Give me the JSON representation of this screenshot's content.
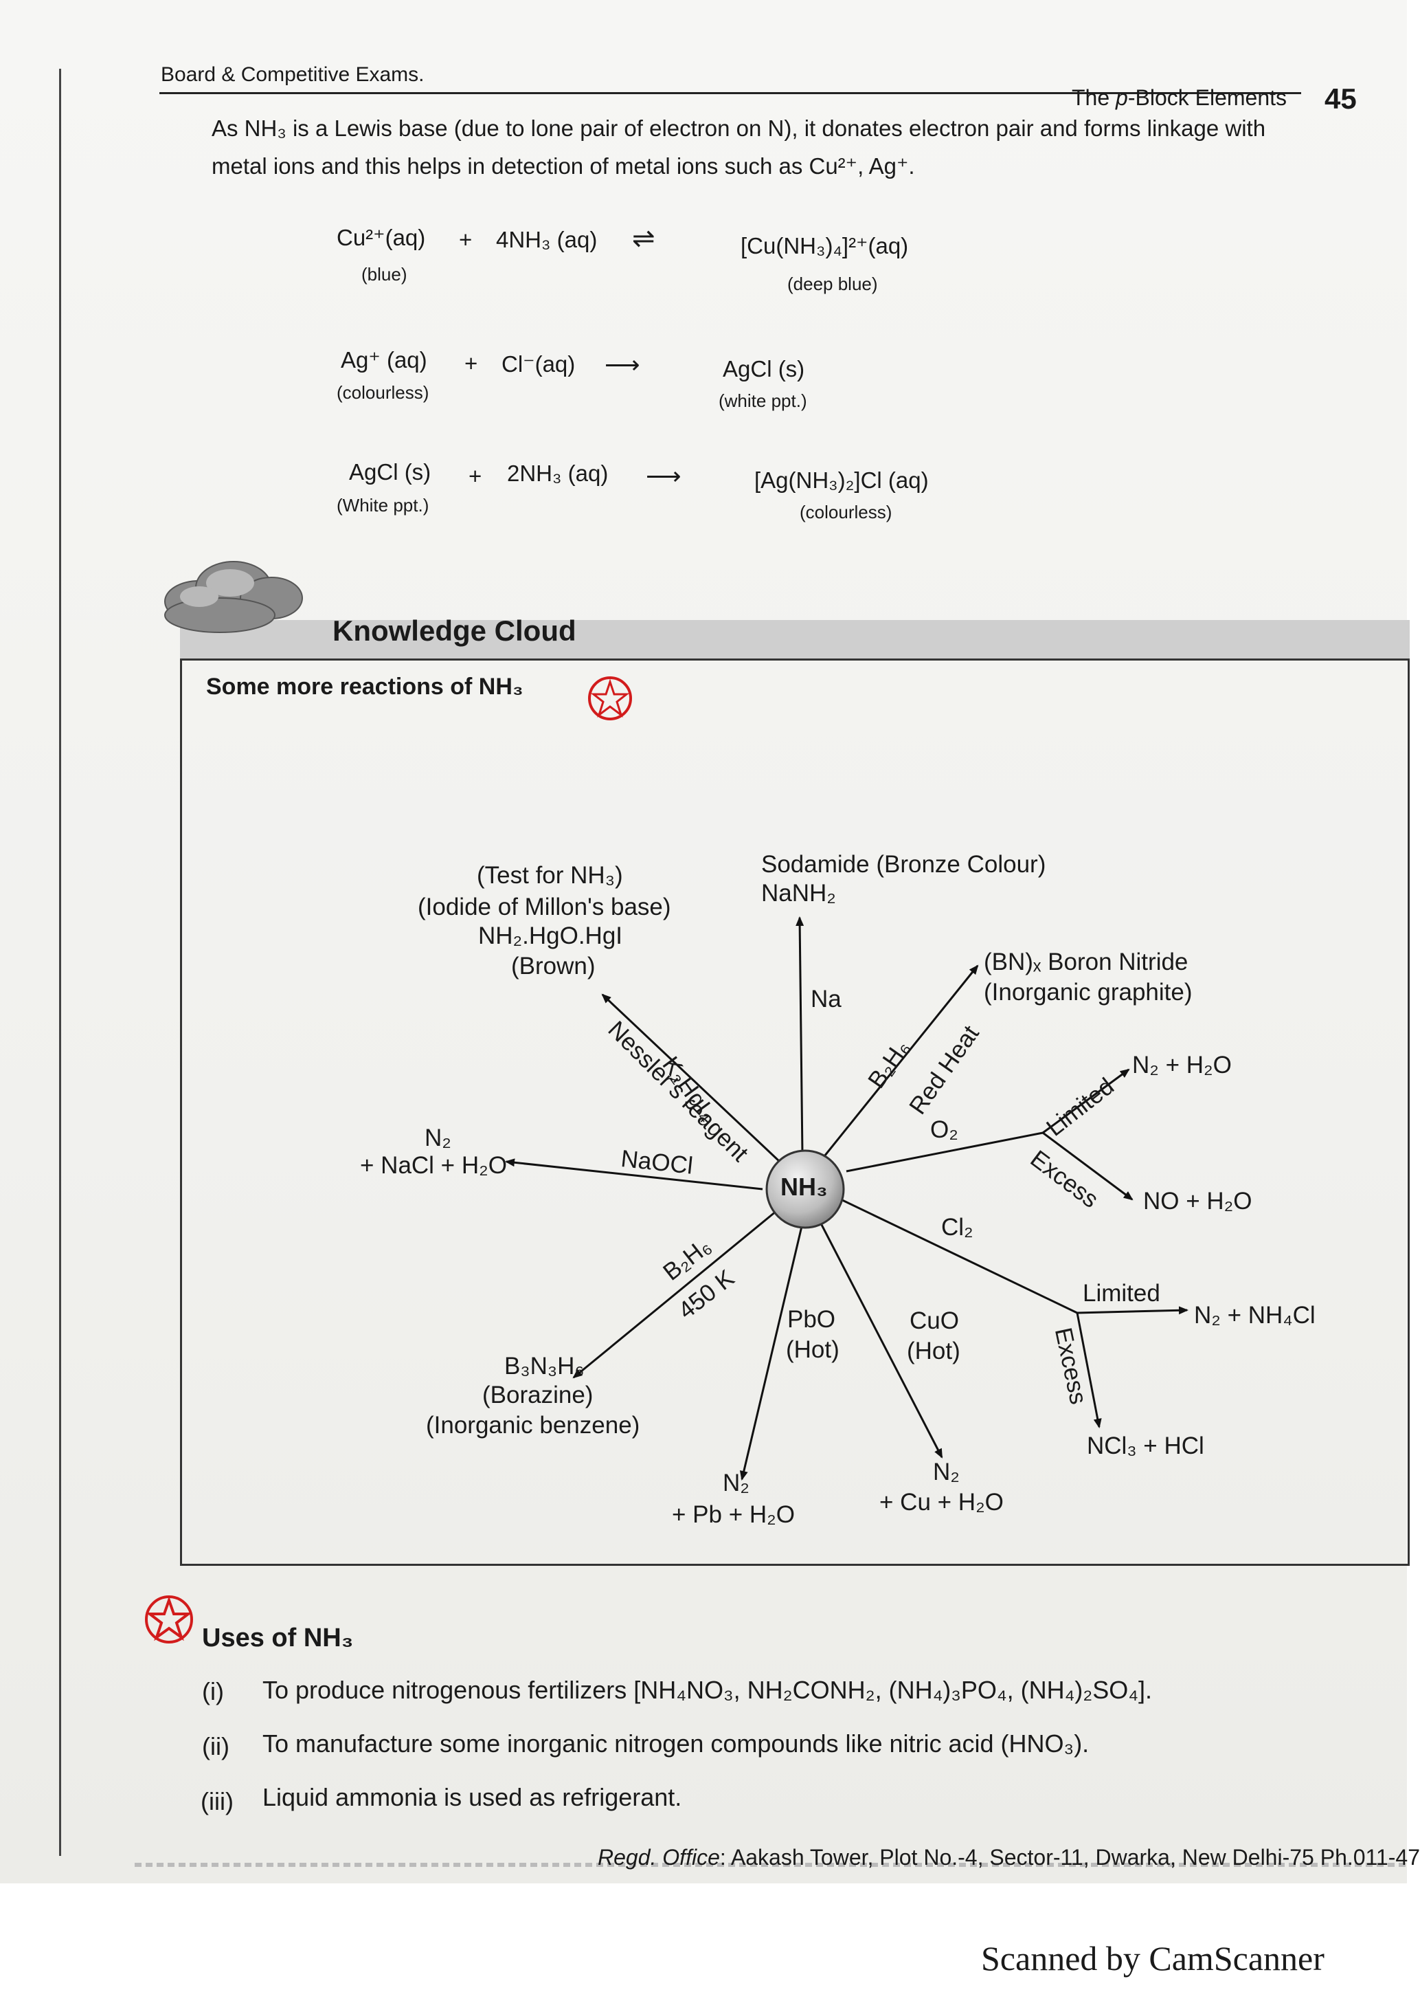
{
  "header": {
    "left": "Board & Competitive Exams.",
    "right_prefix": "The ",
    "right_italic": "p",
    "right_suffix": "-Block Elements",
    "page_number": "45"
  },
  "intro": {
    "line1": "As NH₃ is a Lewis base (due to lone pair of electron on N), it donates electron pair and forms linkage with",
    "line2": "metal ions and this helps in detection of metal ions such as Cu²⁺, Ag⁺."
  },
  "equations": [
    {
      "reactant1": "Cu²⁺(aq)",
      "plus": "+",
      "reactant2": "4NH₃ (aq)",
      "arrow": "⇌",
      "product": "[Cu(NH₃)₄]²⁺(aq)",
      "note1": "(blue)",
      "note2": "(deep blue)"
    },
    {
      "reactant1": "Ag⁺ (aq)",
      "plus": "+",
      "reactant2": "Cl⁻(aq)",
      "arrow": "⟶",
      "product": "AgCl (s)",
      "note1": "(colourless)",
      "note2": "(white ppt.)"
    },
    {
      "reactant1": "AgCl (s)",
      "plus": "+",
      "reactant2": "2NH₃ (aq)",
      "arrow": "⟶",
      "product": "[Ag(NH₃)₂]Cl (aq)",
      "note1": "(White ppt.)",
      "note2": "(colourless)"
    }
  ],
  "knowledge_cloud": {
    "title": "Knowledge Cloud",
    "subtitle": "Some more reactions of NH₃",
    "center": "NH₃",
    "nodes": {
      "millon_1": "(Test for NH₃)",
      "millon_2": "(Iodide of Millon's base)",
      "millon_3": "NH₂.HgO.HgI",
      "millon_4": "(Brown)",
      "sodamide_1": "Sodamide (Bronze Colour)",
      "sodamide_2": "NaNH₂",
      "bn_1": "(BN)ₓ Boron Nitride",
      "bn_2": "(Inorganic graphite)",
      "n2_h2o": "N₂ + H₂O",
      "no_h2o": "NO + H₂O",
      "n2_nacl_1": "N₂",
      "n2_nacl_2": "+ NaCl + H₂O",
      "n2_nh4cl": "N₂ + NH₄Cl",
      "ncl3_hcl": "NCl₃ + HCl",
      "borazine_1": "B₃N₃H₆",
      "borazine_2": "(Borazine)",
      "borazine_3": "(Inorganic benzene)",
      "pb_1": "N₂",
      "pb_2": "+ Pb + H₂O",
      "cu_1": "N₂",
      "cu_2": "+ Cu + H₂O"
    },
    "reagents": {
      "k2hgi4": "K₂HgI₄",
      "nessler": "Nessler's reagent",
      "na": "Na",
      "b2h6_top": "B₂H₆",
      "red_heat": "Red Heat",
      "o2": "O₂",
      "limited_o2": "Limited",
      "excess_o2": "Excess",
      "naocl": "NaOCl",
      "cl2": "Cl₂",
      "limited_cl2": "Limited",
      "excess_cl2": "Excess",
      "b2h6_bottom": "B₂H₆",
      "k450": "450 K",
      "pbo_1": "PbO",
      "pbo_2": "(Hot)",
      "cuo_1": "CuO",
      "cuo_2": "(Hot)"
    }
  },
  "uses": {
    "title": "Uses of NH₃",
    "items": [
      {
        "num": "(i)",
        "text": "To produce nitrogenous fertilizers [NH₄NO₃, NH₂CONH₂, (NH₄)₃PO₄, (NH₄)₂SO₄]."
      },
      {
        "num": "(ii)",
        "text": "To manufacture some inorganic nitrogen compounds like nitric acid (HNO₃)."
      },
      {
        "num": "(iii)",
        "text": "Liquid ammonia is used as refrigerant."
      }
    ]
  },
  "footer": {
    "office_label": "Regd. Office",
    "office_text": ": Aakash Tower, Plot No.-4, Sector-11, Dwarka, New Delhi-75 Ph.011-47"
  },
  "scanner": "Scanned by CamScanner"
}
